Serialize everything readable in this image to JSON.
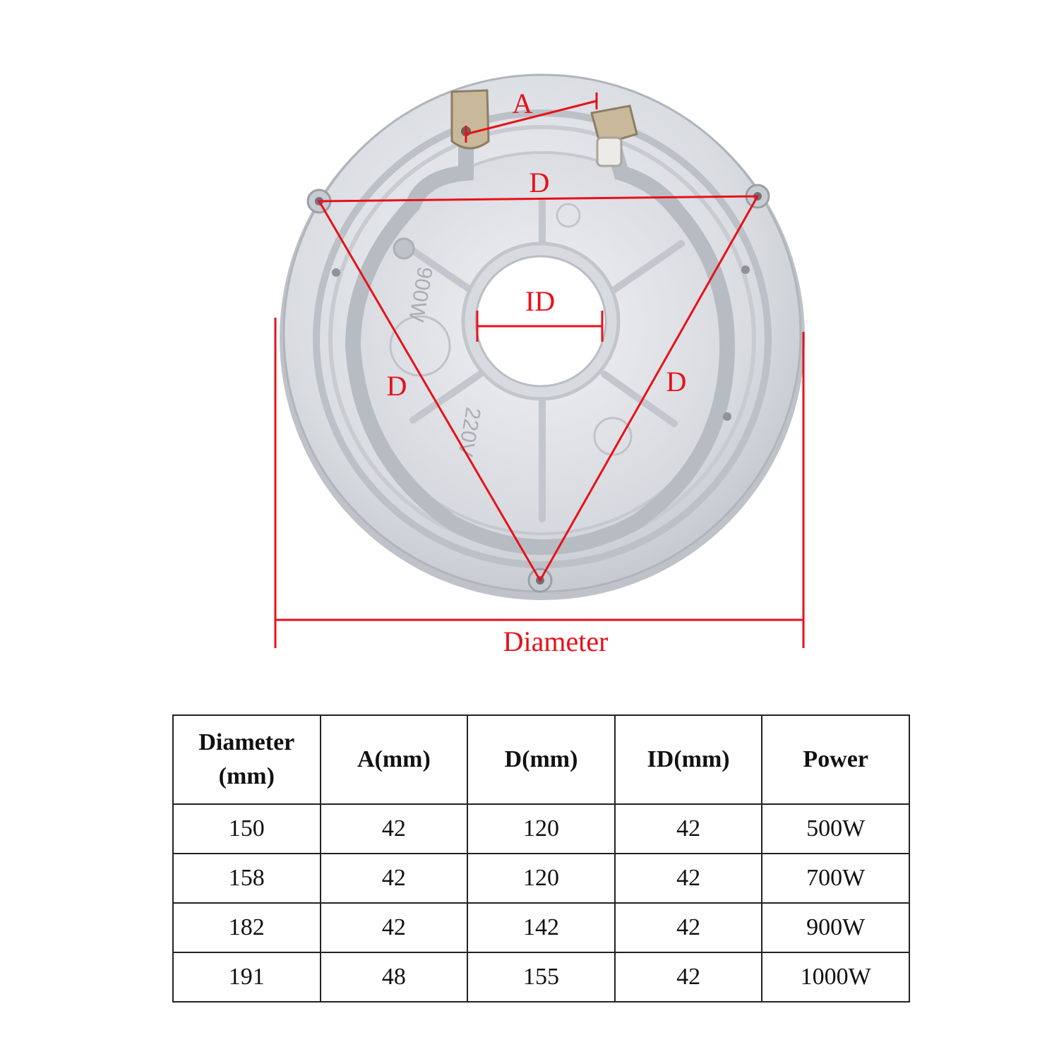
{
  "colors": {
    "annotation": "#e8101a",
    "metal_light": "#e6e8ec",
    "metal_mid": "#cdd1d7",
    "metal_dark": "#b3b8c0",
    "background": "#ffffff",
    "table_border": "#222222"
  },
  "diagram": {
    "labels": {
      "terminal_spacing": "A",
      "mount_spacing_top": "D",
      "mount_spacing_left": "D",
      "mount_spacing_right": "D",
      "inner_diameter": "ID",
      "outer_diameter": "Diameter"
    },
    "plate_markings": {
      "wattage": "900W",
      "voltage": "220V"
    },
    "icons": [
      "heating-plate-icon",
      "terminal-icon",
      "mounting-hole-icon"
    ]
  },
  "table": {
    "headers": [
      {
        "line1": "Diameter",
        "line2": "(mm)"
      },
      {
        "line1": "A(mm)",
        "line2": ""
      },
      {
        "line1": "D(mm)",
        "line2": ""
      },
      {
        "line1": "ID(mm)",
        "line2": ""
      },
      {
        "line1": "Power",
        "line2": ""
      }
    ],
    "rows": [
      [
        "150",
        "42",
        "120",
        "42",
        "500W"
      ],
      [
        "158",
        "42",
        "120",
        "42",
        "700W"
      ],
      [
        "182",
        "42",
        "142",
        "42",
        "900W"
      ],
      [
        "191",
        "48",
        "155",
        "42",
        "1000W"
      ]
    ]
  }
}
